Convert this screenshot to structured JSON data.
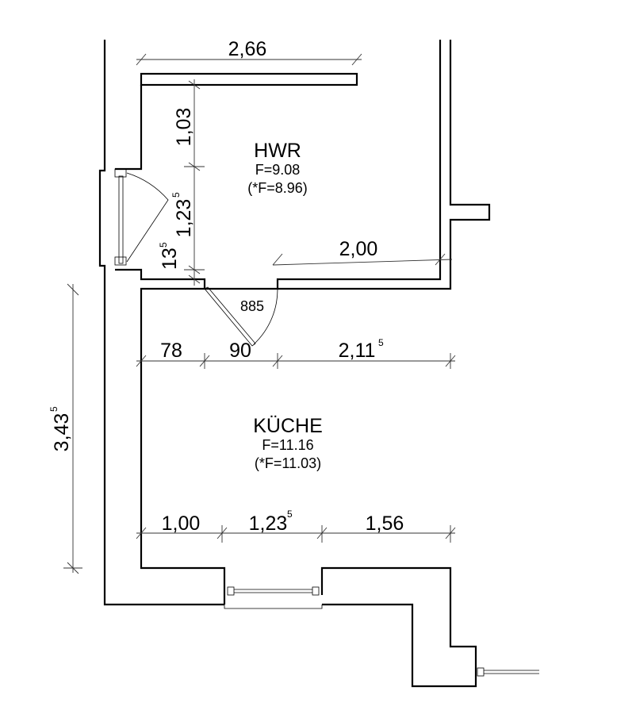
{
  "rooms": {
    "hwr": {
      "name": "HWR",
      "area": "F=9.08",
      "area_alt": "(*F=8.96)"
    },
    "kueche": {
      "name": "KÜCHE",
      "area": "F=11.16",
      "area_alt": "(*F=11.03)"
    }
  },
  "dimensions": {
    "hwr_top_width": "2,66",
    "hwr_v1": "1,03",
    "hwr_v2": "1,23",
    "hwr_v2_sup": "5",
    "hwr_v3": "13",
    "hwr_v3_sup": "5",
    "hwr_bottom_right": "2,00",
    "door_height": "885",
    "kueche_top_1": "78",
    "kueche_top_2": "90",
    "kueche_top_3": "2,11",
    "kueche_top_3_sup": "5",
    "kueche_bottom_1": "1,00",
    "kueche_bottom_2": "1,23",
    "kueche_bottom_2_sup": "5",
    "kueche_bottom_3": "1,56",
    "kueche_height": "3,43",
    "kueche_height_sup": "5"
  }
}
